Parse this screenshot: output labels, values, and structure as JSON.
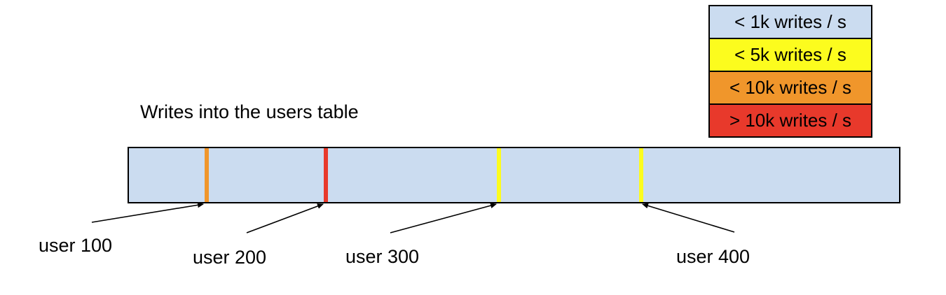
{
  "title": "Writes into the users table",
  "legend": {
    "items": [
      {
        "label": "< 1k writes / s",
        "color": "#cbdcf0"
      },
      {
        "label": "< 5k writes / s",
        "color": "#fcfc1e"
      },
      {
        "label": "< 10k writes / s",
        "color": "#f0962b"
      },
      {
        "label": "> 10k writes / s",
        "color": "#e8392b"
      }
    ]
  },
  "bar": {
    "fill": "#cbdcf0",
    "border": "#000000"
  },
  "markers": [
    {
      "label": "user 100",
      "rate": "< 10k writes / s",
      "color": "#f0962b",
      "position": 0.101
    },
    {
      "label": "user 200",
      "rate": "> 10k writes / s",
      "color": "#e8392b",
      "position": 0.256
    },
    {
      "label": "user 300",
      "rate": "< 5k writes / s",
      "color": "#fcfc1e",
      "position": 0.48
    },
    {
      "label": "user 400",
      "rate": "< 5k writes / s",
      "color": "#fcfc1e",
      "position": 0.665
    }
  ]
}
